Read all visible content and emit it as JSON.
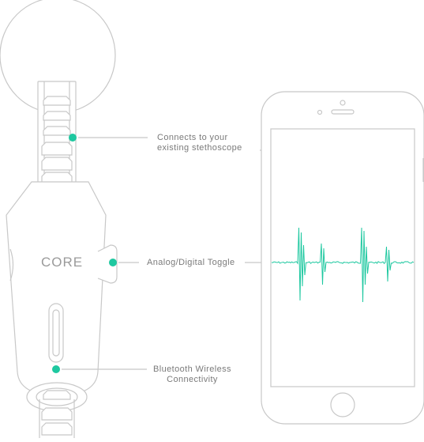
{
  "device": {
    "name": "CORE"
  },
  "callouts": [
    {
      "line1": "Connects to your",
      "line2": "existing stethoscope"
    },
    {
      "line1": "Analog/Digital Toggle",
      "line2": ""
    },
    {
      "line1": "Bluetooth Wireless",
      "line2": "Connectivity"
    }
  ],
  "colors": {
    "accent": "#1ec8a0",
    "stroke": "#c8c8c8",
    "text": "#7a7a7a"
  }
}
